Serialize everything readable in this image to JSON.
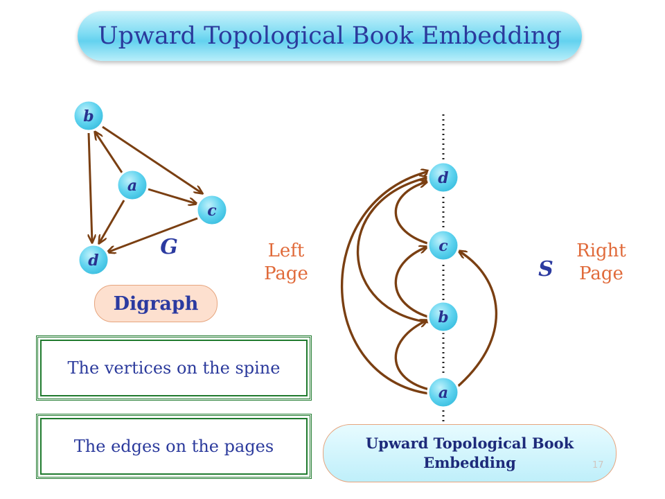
{
  "title": "Upward Topological Book Embedding",
  "graph": {
    "label": "G",
    "nodes": [
      {
        "id": "b",
        "label": "b"
      },
      {
        "id": "a",
        "label": "a"
      },
      {
        "id": "c",
        "label": "c"
      },
      {
        "id": "d",
        "label": "d"
      }
    ],
    "edges": [
      {
        "from": "a",
        "to": "b"
      },
      {
        "from": "a",
        "to": "c"
      },
      {
        "from": "a",
        "to": "d"
      },
      {
        "from": "b",
        "to": "c"
      },
      {
        "from": "b",
        "to": "d"
      },
      {
        "from": "c",
        "to": "d"
      }
    ]
  },
  "digraph_label": "Digraph",
  "captions": {
    "vertices": "The vertices on the spine",
    "edges": "The edges on the pages"
  },
  "embedding": {
    "spine_label": "S",
    "left_page": "Left Page",
    "right_page": "Right Page",
    "spine_nodes": [
      {
        "id": "a",
        "label": "a"
      },
      {
        "id": "b",
        "label": "b"
      },
      {
        "id": "c",
        "label": "c"
      },
      {
        "id": "d",
        "label": "d"
      }
    ]
  },
  "bottom_caption": "Upward Topological Book Embedding",
  "slide_number": "17",
  "colors": {
    "node_fill": "#5fd3ef",
    "edge": "#7a3f12",
    "title_text": "#2b3a9c",
    "page_label": "#e06a3a",
    "box_border": "#1f7a2d"
  }
}
